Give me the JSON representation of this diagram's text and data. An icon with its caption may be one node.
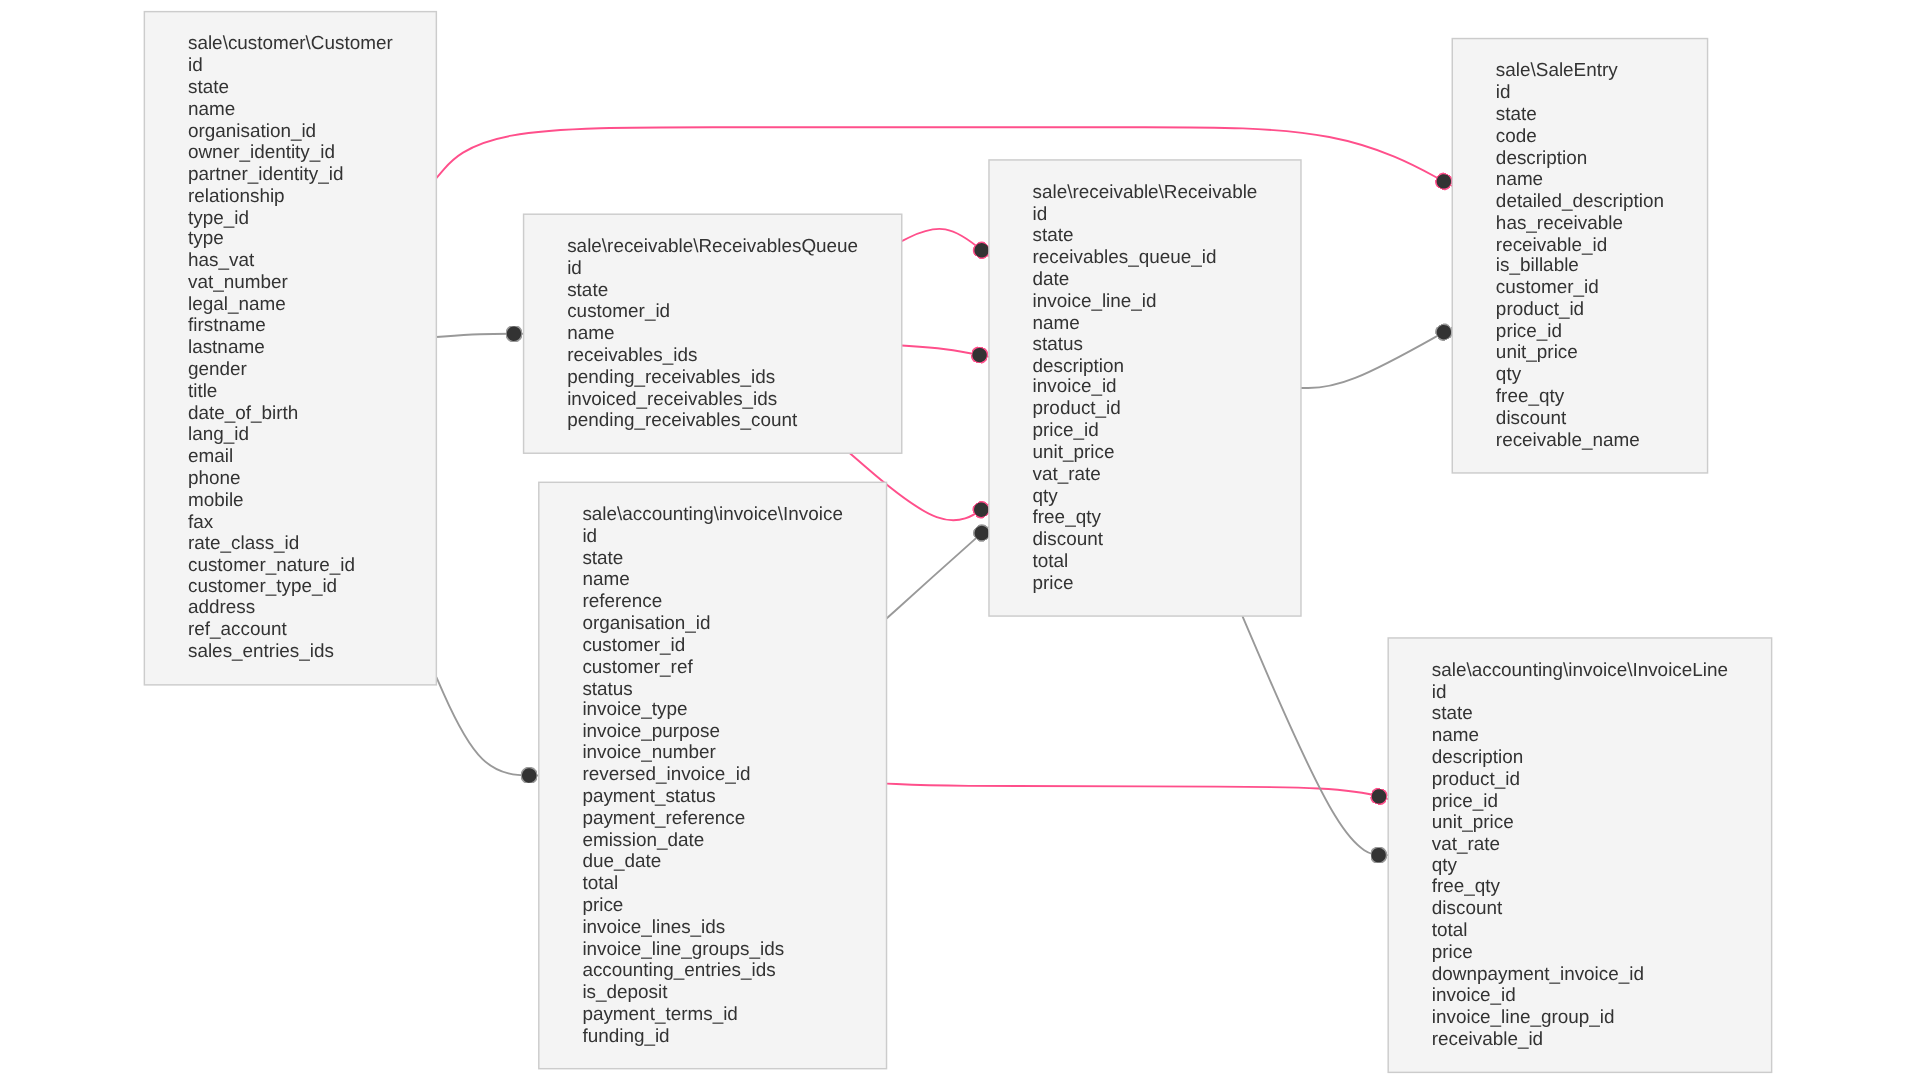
{
  "diagram": {
    "nodes": [
      {
        "text": [
          "sale\\customer\\Customer",
          "id",
          "state",
          "name",
          "organisation_id",
          "owner_identity_id",
          "partner_identity_id",
          "relationship",
          "type_id",
          "type",
          "has_vat",
          "vat_number",
          "legal_name",
          "firstname",
          "lastname",
          "gender",
          "title",
          "date_of_birth",
          "lang_id",
          "email",
          "phone",
          "mobile",
          "fax",
          "rate_class_id",
          "customer_nature_id",
          "customer_type_id",
          "address",
          "ref_account",
          "sales_entries_ids"
        ]
      },
      {
        "text": [
          "sale\\accounting\\invoice\\Invoice",
          "id",
          "state",
          "name",
          "reference",
          "organisation_id",
          "customer_id",
          "customer_ref",
          "status",
          "invoice_type",
          "invoice_purpose",
          "invoice_number",
          "reversed_invoice_id",
          "payment_status",
          "payment_reference",
          "emission_date",
          "due_date",
          "total",
          "price",
          "invoice_lines_ids",
          "invoice_line_groups_ids",
          "accounting_entries_ids",
          "is_deposit",
          "payment_terms_id",
          "funding_id"
        ]
      },
      {
        "text": [
          "sale\\receivable\\ReceivablesQueue",
          "id",
          "state",
          "customer_id",
          "name",
          "receivables_ids",
          "pending_receivables_ids",
          "invoiced_receivables_ids",
          "pending_receivables_count"
        ]
      },
      {
        "text": [
          "sale\\SaleEntry",
          "id",
          "state",
          "code",
          "description",
          "name",
          "detailed_description",
          "has_receivable",
          "receivable_id",
          "is_billable",
          "customer_id",
          "product_id",
          "price_id",
          "unit_price",
          "qty",
          "free_qty",
          "discount",
          "receivable_name"
        ]
      },
      {
        "text": [
          "sale\\receivable\\Receivable",
          "id",
          "state",
          "receivables_queue_id",
          "date",
          "invoice_line_id",
          "name",
          "status",
          "description",
          "invoice_id",
          "product_id",
          "price_id",
          "unit_price",
          "vat_rate",
          "qty",
          "free_qty",
          "discount",
          "total",
          "price"
        ]
      },
      {
        "text": [
          "sale\\accounting\\invoice\\InvoiceLine",
          "id",
          "state",
          "name",
          "description",
          "product_id",
          "price_id",
          "unit_price",
          "vat_rate",
          "qty",
          "free_qty",
          "discount",
          "total",
          "price",
          "downpayment_invoice_id",
          "invoice_id",
          "invoice_line_group_id",
          "receivable_id"
        ]
      }
    ],
    "edges": [
      {
        "from": 0,
        "to": 1,
        "arrow": "other"
      },
      {
        "from": 0,
        "to": 2,
        "arrow": "other"
      },
      {
        "from": 0,
        "to": 3,
        "arrow": "other",
        "color": "#ff4f8b"
      },
      {
        "from": 4,
        "to": 3,
        "arrow": "other"
      },
      {
        "from": 2,
        "to": 4,
        "arrow": "other",
        "color": "#ff4f8b"
      },
      {
        "from": 2,
        "to": 4,
        "arrow": "other",
        "color": "#ff4f8b"
      },
      {
        "from": 2,
        "to": 4,
        "arrow": "other",
        "color": "#ff4f8b"
      },
      {
        "from": 1,
        "to": 4,
        "arrow": "other"
      },
      {
        "from": 1,
        "to": 5,
        "arrow": "other",
        "color": "#ff4f8b"
      },
      {
        "from": 4,
        "to": 5,
        "arrow": "other"
      }
    ]
  }
}
